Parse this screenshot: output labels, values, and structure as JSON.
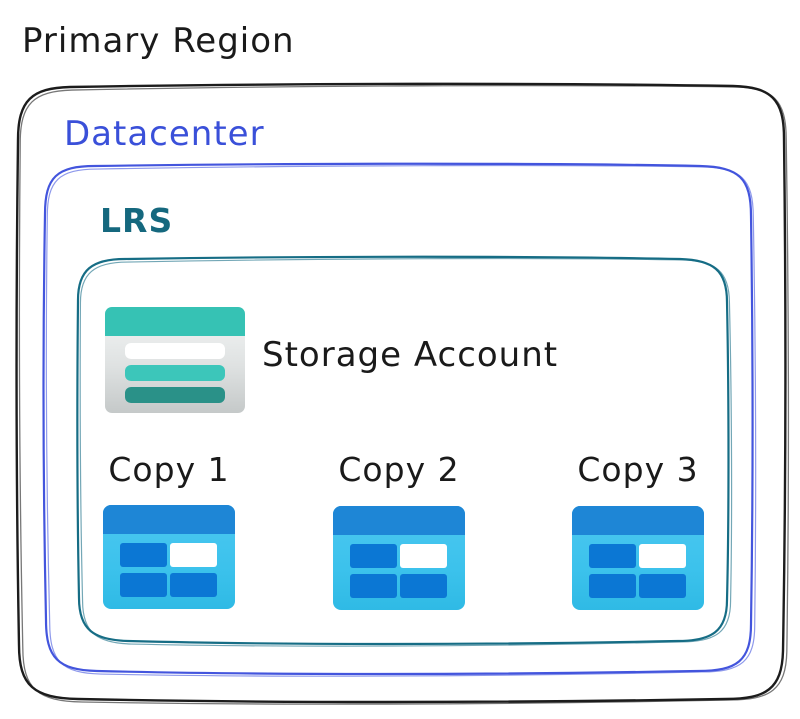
{
  "diagram": {
    "region_label": "Primary Region",
    "datacenter_label": "Datacenter",
    "lrs_label": "LRS",
    "storage_account_label": "Storage Account",
    "copies": [
      {
        "label": "Copy 1"
      },
      {
        "label": "Copy 2"
      },
      {
        "label": "Copy 3"
      }
    ],
    "colors": {
      "region_border": "#1c1c1c",
      "region_text": "#1a1a1a",
      "datacenter_border": "#4355dd",
      "datacenter_text": "#3a50d9",
      "lrs_border": "#166d85",
      "lrs_text": "#15687e",
      "storage_icon_header_teal": "#36c2b4",
      "storage_icon_bar_teal": "#3cc6ba",
      "storage_icon_bar_dark_teal": "#2a9188",
      "storage_icon_body_gray": "#dfe2e2",
      "table_icon_header_blue": "#1e86d6",
      "table_icon_body_cyan": "#3cc2ec",
      "table_icon_cell_blue": "#0b77d4",
      "table_icon_cell_white": "#ffffff"
    }
  }
}
